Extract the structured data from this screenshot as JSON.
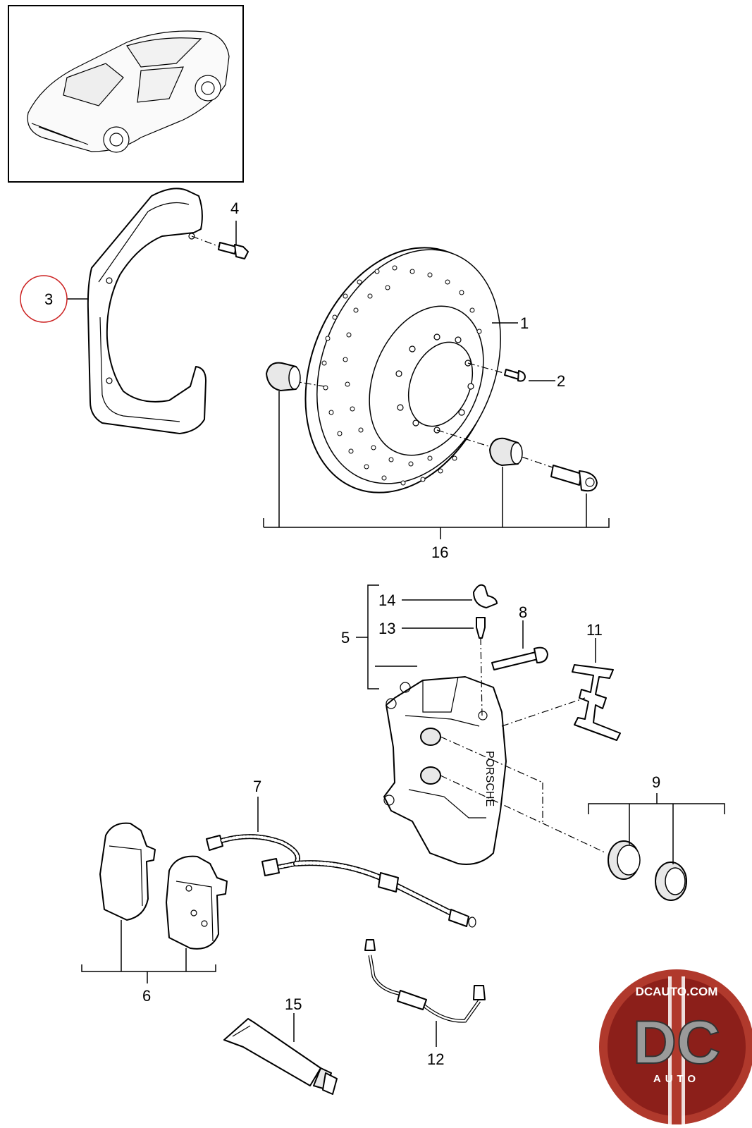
{
  "diagram": {
    "callouts": {
      "c1": "1",
      "c2": "2",
      "c3": "3",
      "c4": "4",
      "c5": "5",
      "c6": "6",
      "c7": "7",
      "c8": "8",
      "c9": "9",
      "c11": "11",
      "c12": "12",
      "c13": "13",
      "c14": "14",
      "c15": "15",
      "c16": "16"
    },
    "caliper_text": "PORSCHE",
    "highlight_color": "#cc2222"
  },
  "logo": {
    "top_text": "DCAUTO.COM",
    "big_text": "DC",
    "sub_text": "AUTO",
    "colors": {
      "outer": "#b0392c",
      "inner": "#8c1f1a",
      "stripe": "#ffffff",
      "letters": "#9a9a9a"
    }
  }
}
